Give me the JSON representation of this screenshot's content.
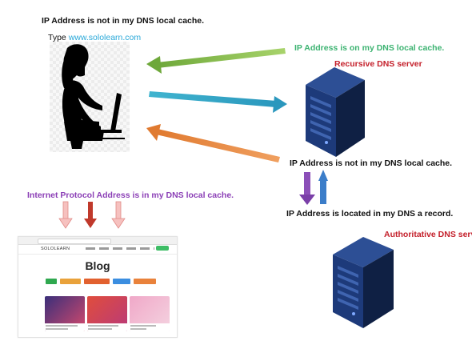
{
  "labels": {
    "top_left": "IP Address is not in my DNS local cache.",
    "type_prefix": "Type",
    "type_url": "www.sololearn.com",
    "green": "IP Address is on my DNS local cache.",
    "recursive_server": "Recursive DNS server",
    "middle_not_in_cache": "IP Address is not in my DNS local cache.",
    "located_record": "IP Address is located in my DNS a record.",
    "authoritative_server": "Authoritative DNS server",
    "internet_protocol": "Internet Protocol Address is in my DNS local cache."
  },
  "blog": {
    "logo": "SOLOLEARN",
    "title": "Blog"
  },
  "colors": {
    "green_arrow": "#8cc152",
    "blue_arrow": "#2aa7c4",
    "orange_arrow": "#e8843c",
    "purple_arrow": "#8b4fb8",
    "updown_blue": "#3b7dc9",
    "pink_arrow": "#f2aaa8",
    "red_arrow": "#c0392b",
    "server_dark": "#0f2044",
    "server_face": "#1d3a7a",
    "accent_red": "#c4202b",
    "accent_green": "#3cb371",
    "accent_purple": "#8b3fb6",
    "url_blue": "#29a8d8"
  },
  "icons": [
    "person-at-laptop-icon",
    "server-icon",
    "server-icon"
  ]
}
